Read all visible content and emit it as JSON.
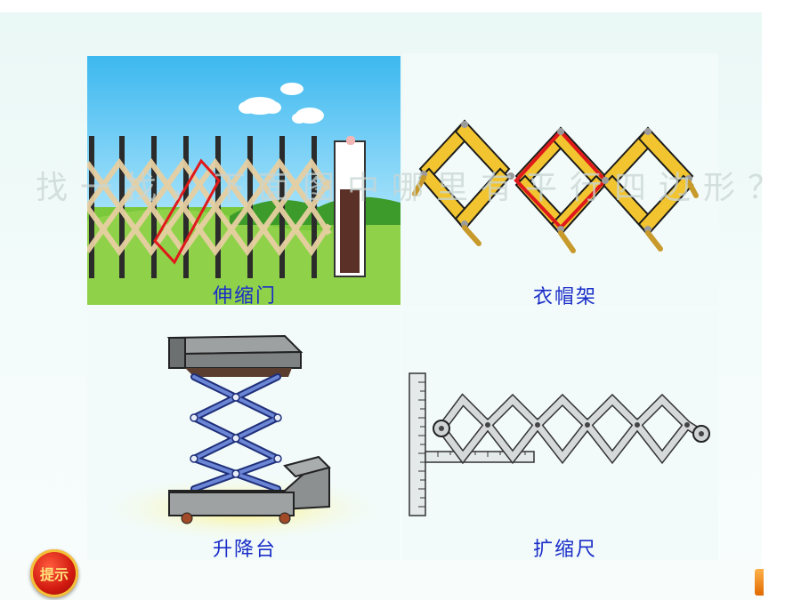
{
  "question": "找一找，下面图中哪里有平行四边形？",
  "panels": {
    "gate": {
      "label": "伸缩门"
    },
    "hat_rack": {
      "label": "衣帽架"
    },
    "lift": {
      "label": "升降台"
    },
    "ruler": {
      "label": "扩缩尺"
    }
  },
  "hint_button": {
    "label": "提示"
  },
  "colors": {
    "caption": "#1a2ec8",
    "highlight": "#e0191b",
    "rack_wood": "#f2c530",
    "sky": "#4cc3f2",
    "grass": "#7bc83a"
  }
}
